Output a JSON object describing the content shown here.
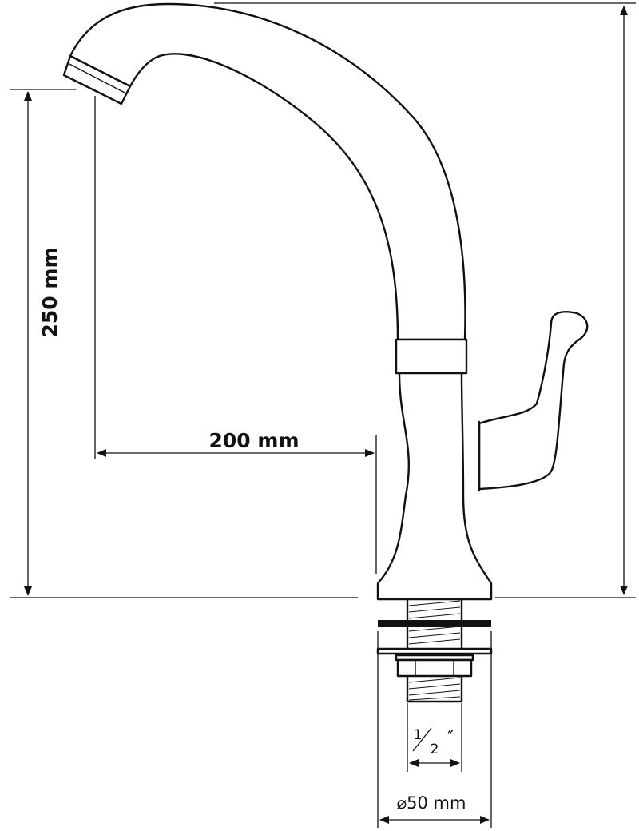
{
  "dimensions": {
    "height_label": "250 mm",
    "reach_label": "200 mm",
    "thread_label_num": "1",
    "thread_label_den": "2",
    "thread_label_mark": "″",
    "base_label": "⌀50 mm"
  },
  "colors": {
    "line": "#111111",
    "background": "#ffffff"
  }
}
